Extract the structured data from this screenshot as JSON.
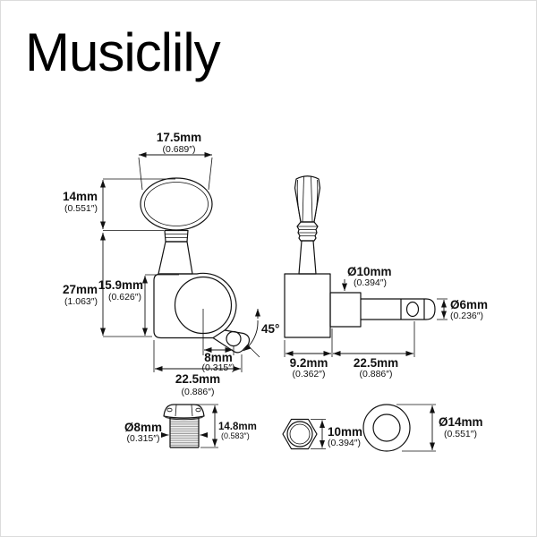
{
  "brand": "Musiclily",
  "colors": {
    "line": "#111111",
    "washer_fill": "#d9d9d9",
    "thread_fill": "#f1f1f1",
    "border": "#dcdcdc"
  },
  "front_view": {
    "button_width": {
      "mm": "17.5mm",
      "in": "(0.689″)"
    },
    "button_height": {
      "mm": "14mm",
      "in": "(0.551″)"
    },
    "overall_height": {
      "mm": "27mm",
      "in": "(1.063″)"
    },
    "housing_height": {
      "mm": "15.9mm",
      "in": "(0.626″)"
    },
    "screw_hole_offset": {
      "mm": "8mm",
      "in": "(0.315″)"
    },
    "housing_width": {
      "mm": "22.5mm",
      "in": "(0.886″)"
    },
    "mount_tab_angle": "45°"
  },
  "side_view": {
    "shaft_base_diameter": {
      "mm": "Ø10mm",
      "in": "(0.394″)"
    },
    "string_post_diameter": {
      "mm": "Ø6mm",
      "in": "(0.236″)"
    },
    "housing_depth": {
      "mm": "9.2mm",
      "in": "(0.362″)"
    },
    "post_length": {
      "mm": "22.5mm",
      "in": "(0.886″)"
    }
  },
  "hardware": {
    "bushing_thread_diameter": {
      "mm": "Ø8mm",
      "in": "(0.315″)"
    },
    "bushing_height": {
      "mm": "14.8mm",
      "in": "(0.583″)"
    },
    "nut_width": {
      "mm": "10mm",
      "in": "(0.394″)"
    },
    "washer_diameter": {
      "mm": "Ø14mm",
      "in": "(0.551″)"
    }
  }
}
